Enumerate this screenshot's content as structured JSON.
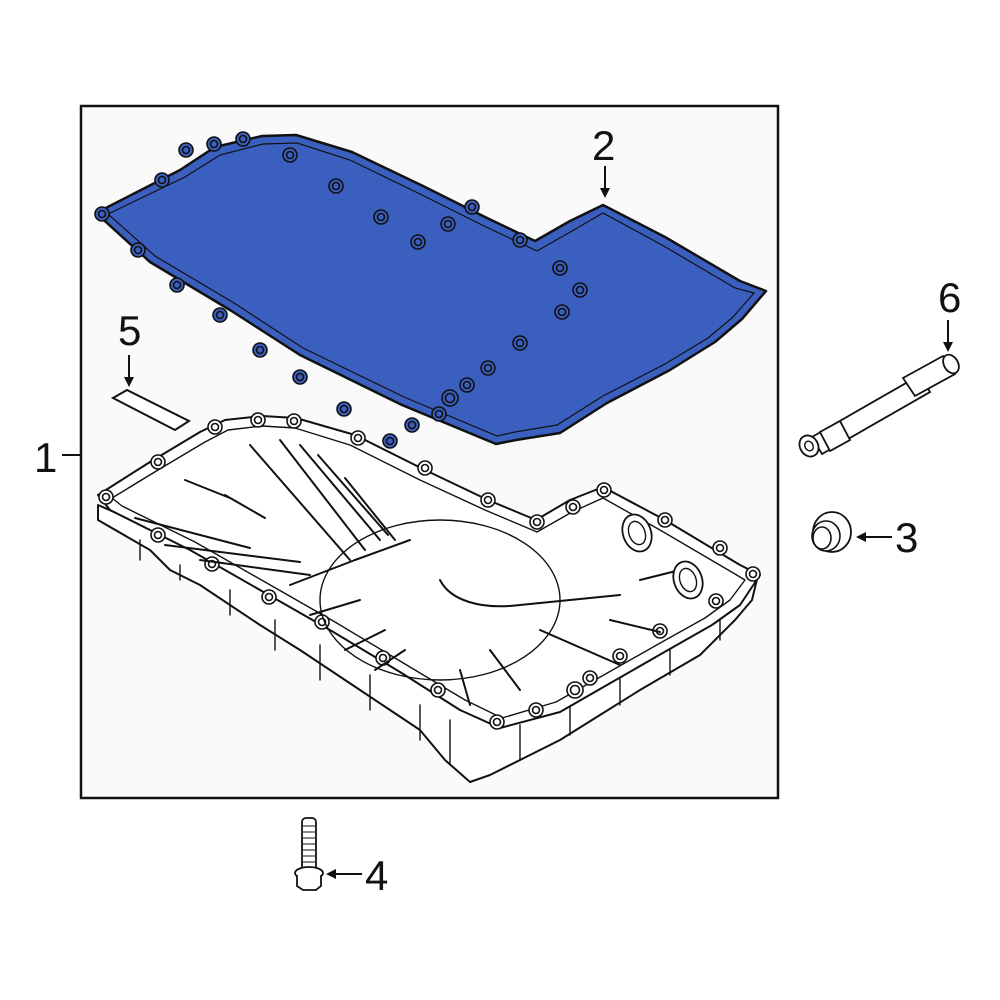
{
  "diagram": {
    "type": "exploded-parts-diagram",
    "subject": "Transmission oil pan assembly",
    "colors": {
      "highlight": "#3A5FBF",
      "frame_background": "#FAFAFA",
      "line": "#111111"
    },
    "callouts": [
      {
        "id": "1",
        "label": "1",
        "part": "oil-pan"
      },
      {
        "id": "2",
        "label": "2",
        "part": "pan-gasket",
        "highlighted": true
      },
      {
        "id": "3",
        "label": "3",
        "part": "drain-plug"
      },
      {
        "id": "4",
        "label": "4",
        "part": "pan-bolt"
      },
      {
        "id": "5",
        "label": "5",
        "part": "label-tag"
      },
      {
        "id": "6",
        "label": "6",
        "part": "fill-tube"
      }
    ]
  }
}
